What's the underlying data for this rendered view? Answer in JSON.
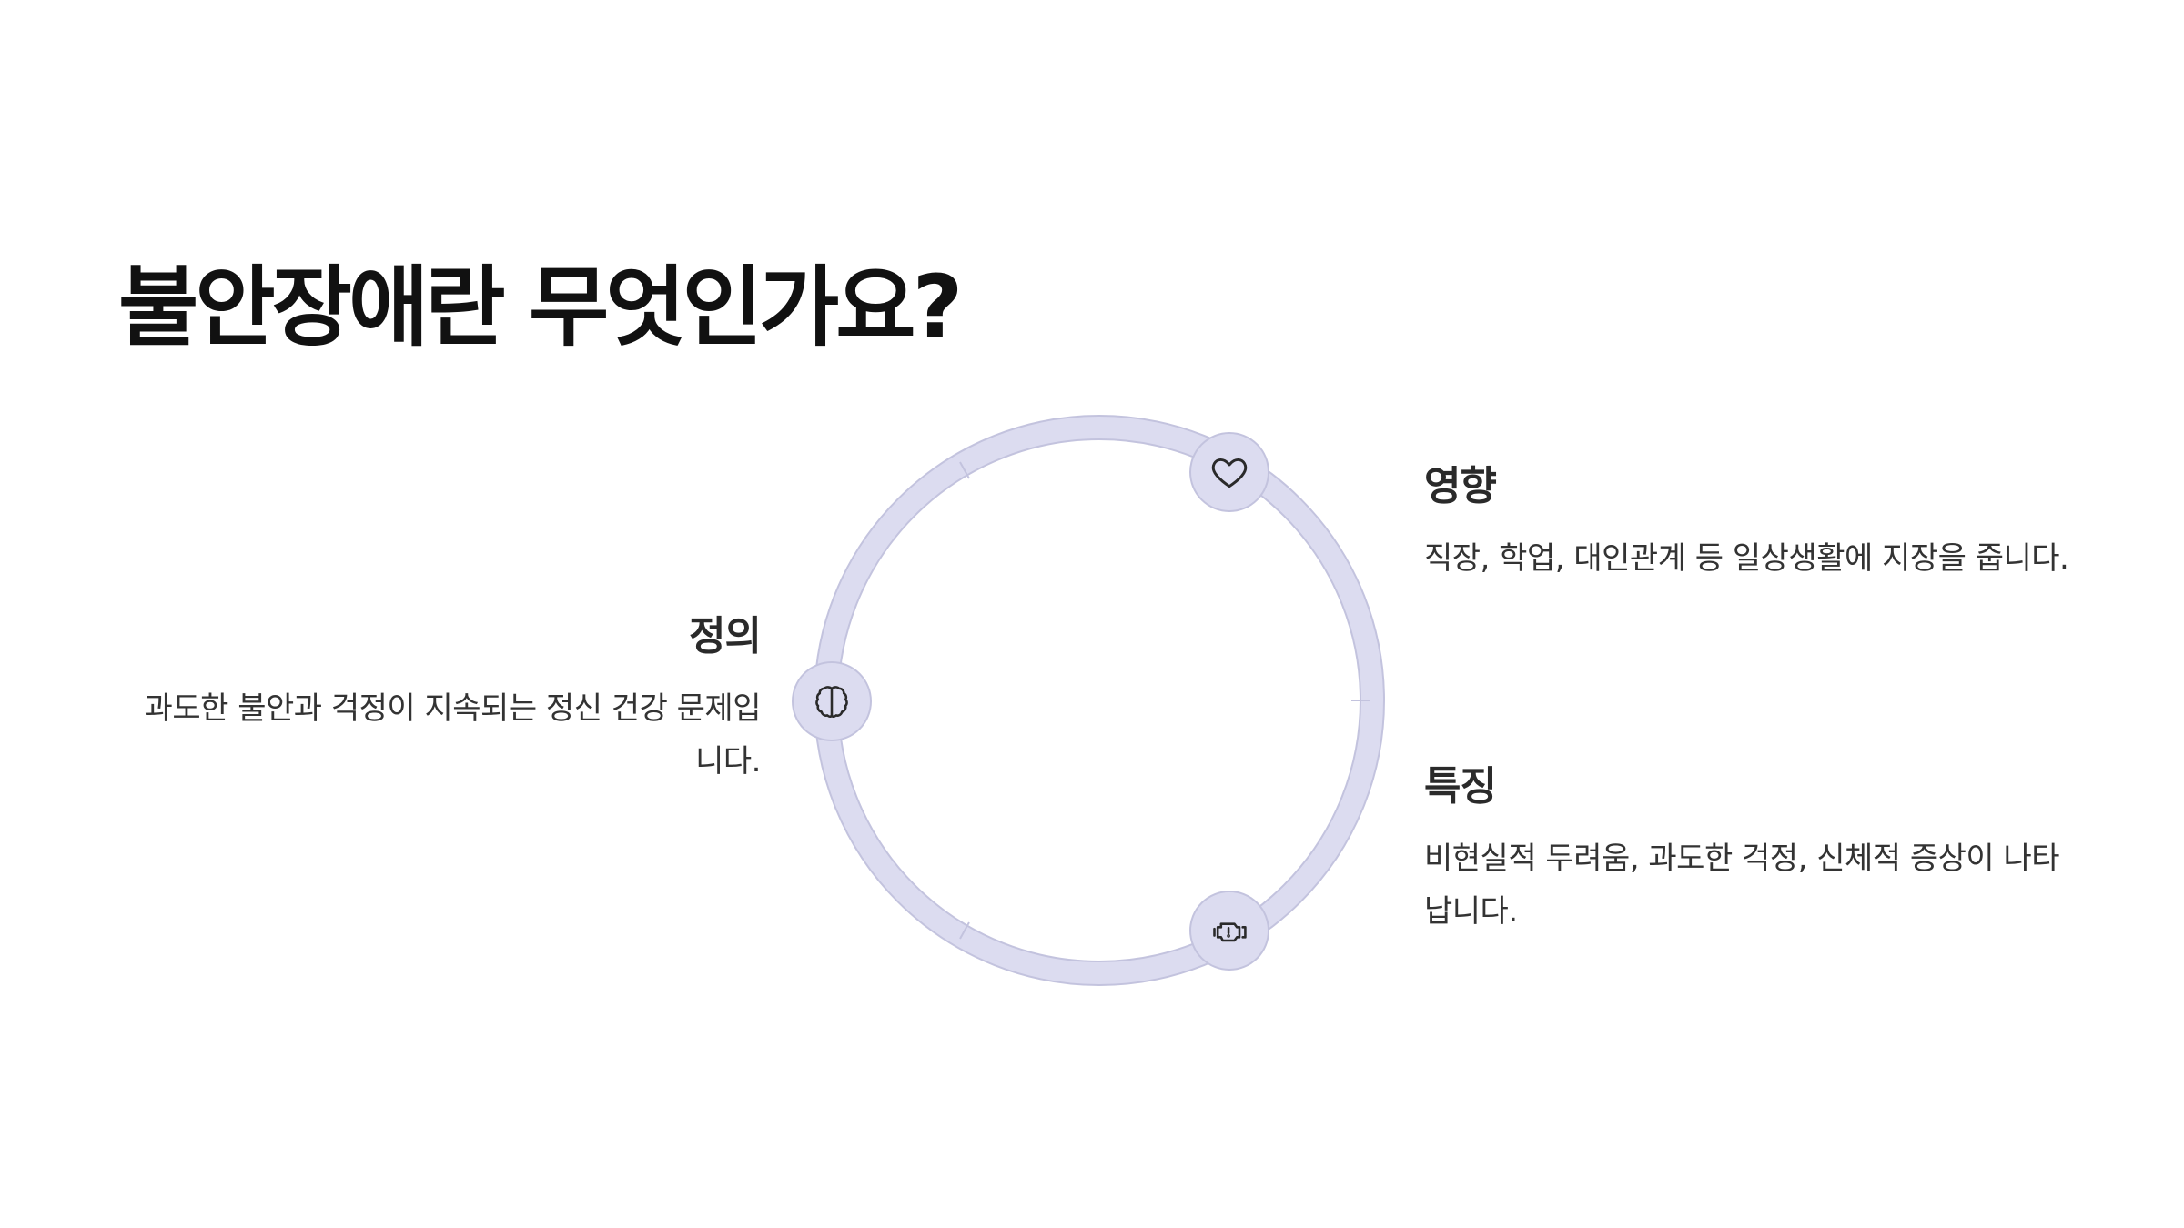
{
  "title": "불안장애란 무엇인가요?",
  "colors": {
    "ring": "#dcdcf0",
    "ring_border": "#c3c3de",
    "icon_stroke": "#2a2a2a",
    "title": "#111111"
  },
  "items": {
    "definition": {
      "heading": "정의",
      "text": "과도한 불안과 걱정이 지속되는 정신 건강 문제입니다.",
      "icon": "brain-icon"
    },
    "impact": {
      "heading": "영향",
      "text": "직장, 학업, 대인관계 등 일상생활에 지장을 줍니다.",
      "icon": "heart-icon"
    },
    "features": {
      "heading": "특징",
      "text": "비현실적 두려움, 과도한 걱정, 신체적 증상이 나타납니다.",
      "icon": "engine-warning-icon"
    }
  }
}
